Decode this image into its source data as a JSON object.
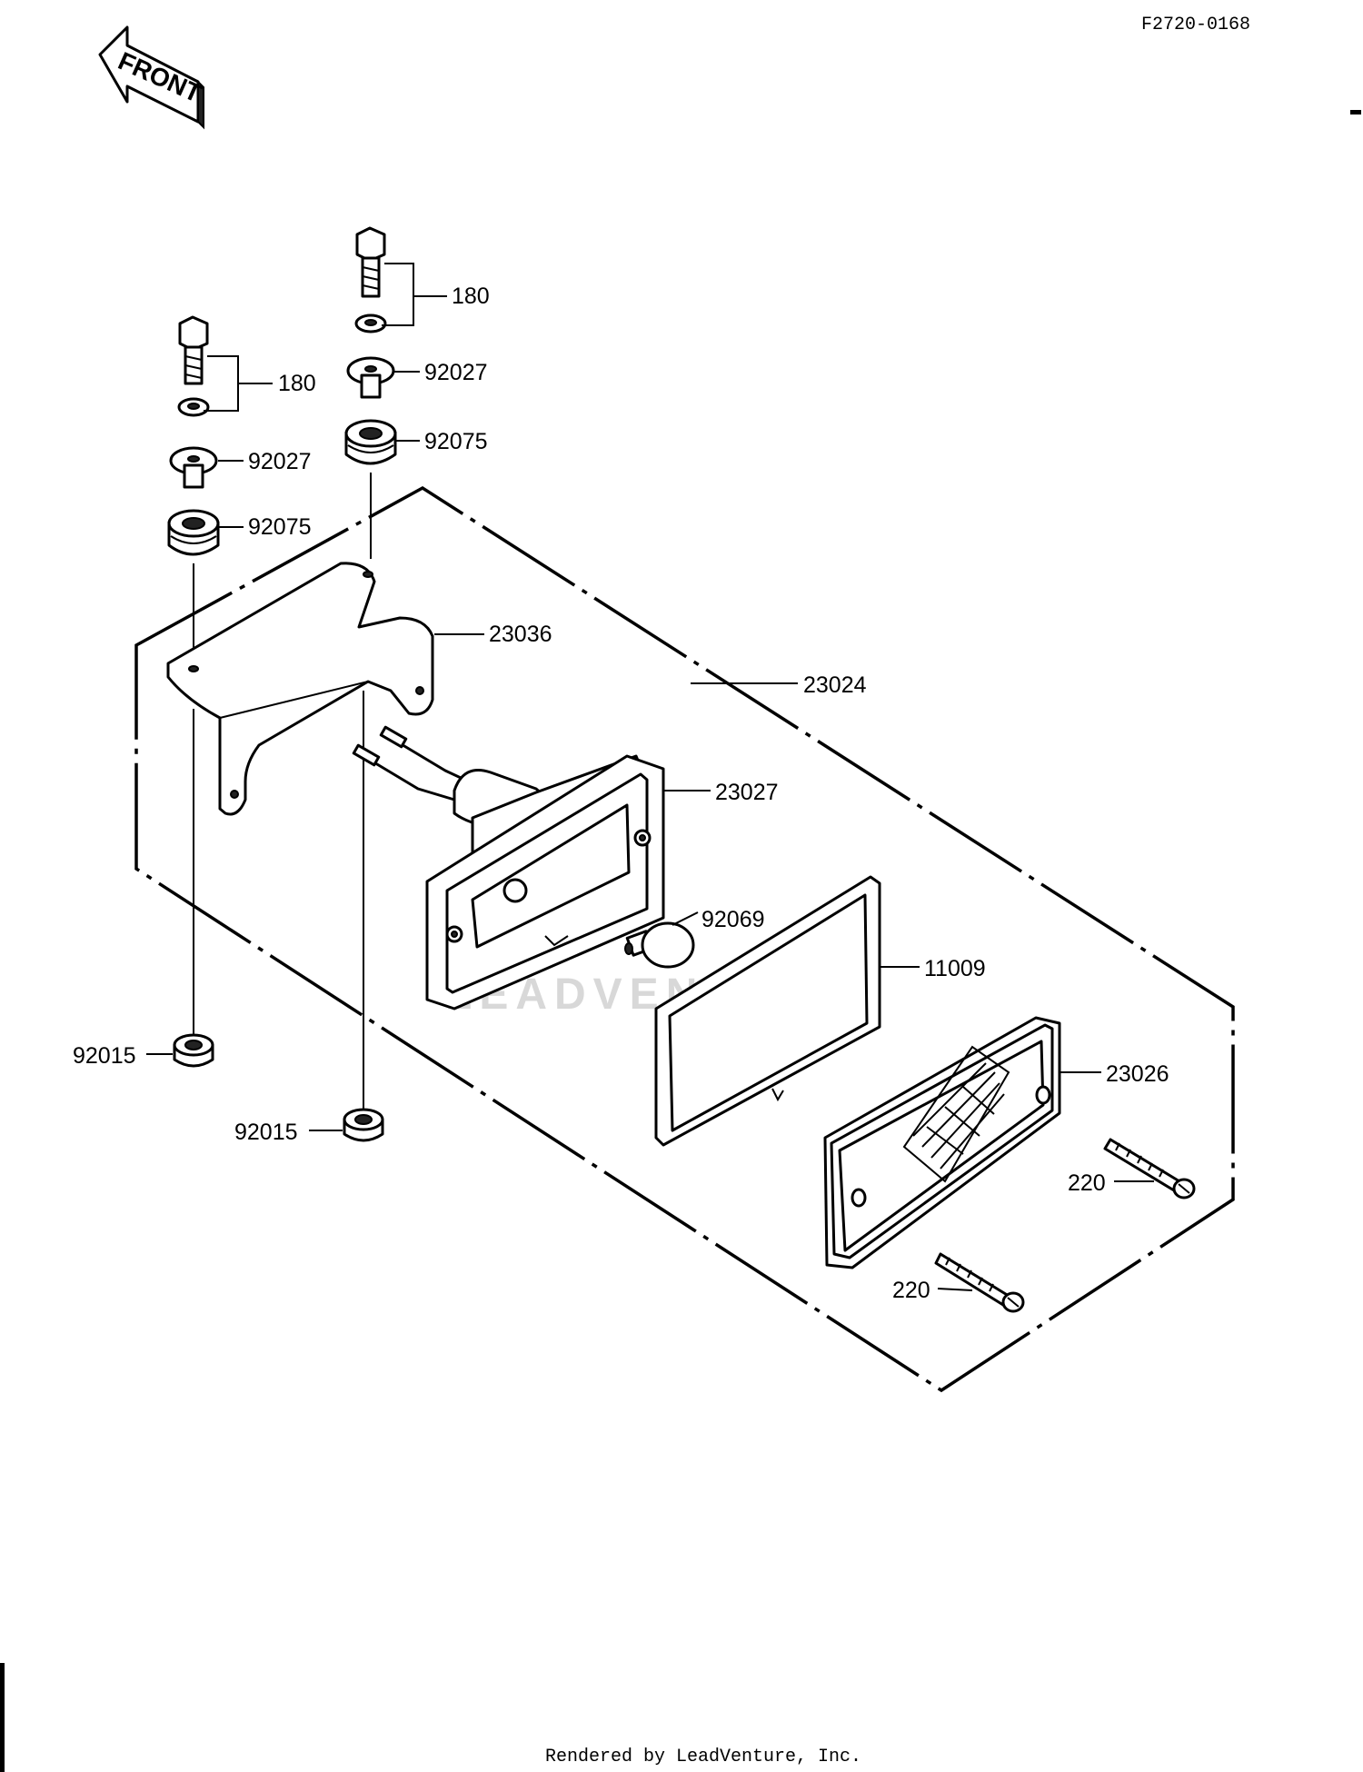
{
  "figure_id": "F2720-0168",
  "front_label": "FRONT",
  "watermark": "LEADVENTURE",
  "footer": "Rendered by LeadVenture, Inc.",
  "callouts": {
    "bolt_left": "180",
    "bolt_right": "180",
    "collar_left": "92027",
    "collar_right": "92027",
    "grommet_left": "92075",
    "grommet_right": "92075",
    "bracket": "23036",
    "lamp_assy": "23024",
    "housing": "23027",
    "bulb": "92069",
    "gasket": "11009",
    "lens": "23026",
    "nut_left": "92015",
    "nut_right": "92015",
    "screw_upper": "220",
    "screw_lower": "220"
  }
}
